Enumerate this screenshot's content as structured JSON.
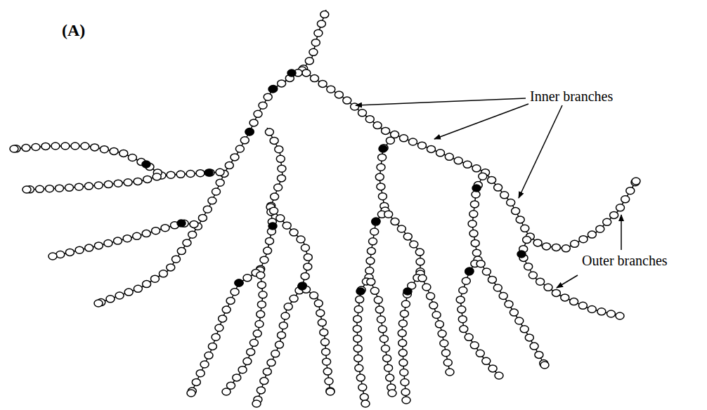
{
  "diagram": {
    "labels": [
      "(A)",
      "Inner branches",
      "Outer branches"
    ]
  }
}
